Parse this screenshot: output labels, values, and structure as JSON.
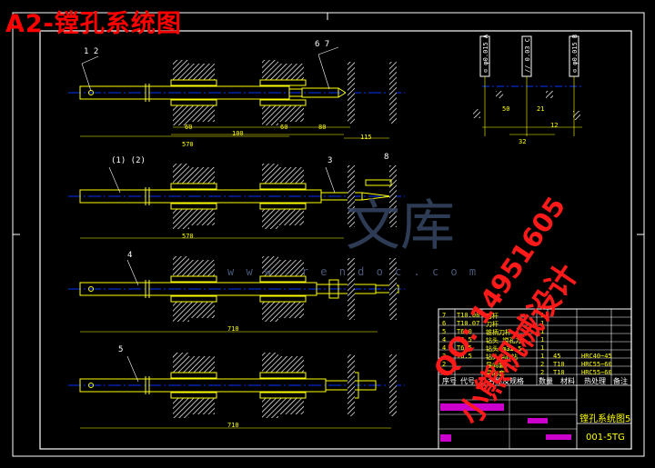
{
  "title": "A2-镗孔系统图",
  "watermarks": {
    "qq": "QQ: 14951605",
    "shop": "小熊机械设计",
    "brand": "文库",
    "url": "w w w . r e n d o c . c o m"
  },
  "title_block": {
    "drawing_name": "镗孔系统图5",
    "drawing_code": "001-5TG"
  },
  "bom": {
    "header": [
      "序号",
      "代号",
      "名称及规格",
      "数量",
      "材料",
      "热处理",
      "备注"
    ],
    "rows": [
      {
        "no": "7",
        "code": "T10.08",
        "name": "刀杆",
        "qty": "1",
        "material": "",
        "heat": ""
      },
      {
        "no": "6",
        "code": "T10.07",
        "name": "刀杆",
        "qty": "1",
        "material": "",
        "heat": ""
      },
      {
        "no": "5",
        "code": "T6.0",
        "name": "锥柄刀杆",
        "qty": "1",
        "material": "",
        "heat": ""
      },
      {
        "no": "4",
        "code": "T6.5",
        "name": "钻头 镗孔刀",
        "qty": "1",
        "material": "",
        "heat": ""
      },
      {
        "no": "4",
        "code": "T6.5",
        "name": "钻头 φ32.5",
        "qty": "1",
        "material": "",
        "heat": ""
      },
      {
        "no": "3",
        "code": "T6.5",
        "name": "钻头中心钻",
        "qty": "1",
        "material": "45",
        "heat": "HRC40~45"
      },
      {
        "no": "2",
        "code": "",
        "name": "导向套",
        "qty": "2",
        "material": "T10",
        "heat": "HRC55~60"
      },
      {
        "no": "1",
        "code": "",
        "name": "导向套",
        "qty": "2",
        "material": "T10",
        "heat": "HRC55~60"
      }
    ]
  },
  "callouts": {
    "c1": "1  2",
    "c2": "6  7",
    "c3": "(1) (2)",
    "c4": "3",
    "c5": "8",
    "c6": "4",
    "c7": "5"
  },
  "dimensions": {
    "d60a": "60",
    "d60b": "60",
    "d100": "100",
    "d80": "80",
    "d115": "115",
    "d570a": "570",
    "d570b": "570",
    "d710a": "710",
    "d710b": "710",
    "d32": "32",
    "d12": "12",
    "d50": "50",
    "d21": "21"
  },
  "tolerance_frames": {
    "t1": "⊙ φ0.015 A",
    "t2": "// 0.03 C",
    "t3": "⊙ φ0.015 B"
  },
  "colors": {
    "background": "#000000",
    "part_line": "#ffff00",
    "hatch_fill": "#ffffff",
    "center_line": "#0033ff",
    "frame": "#ffffff",
    "watermark": "#ff0000"
  }
}
